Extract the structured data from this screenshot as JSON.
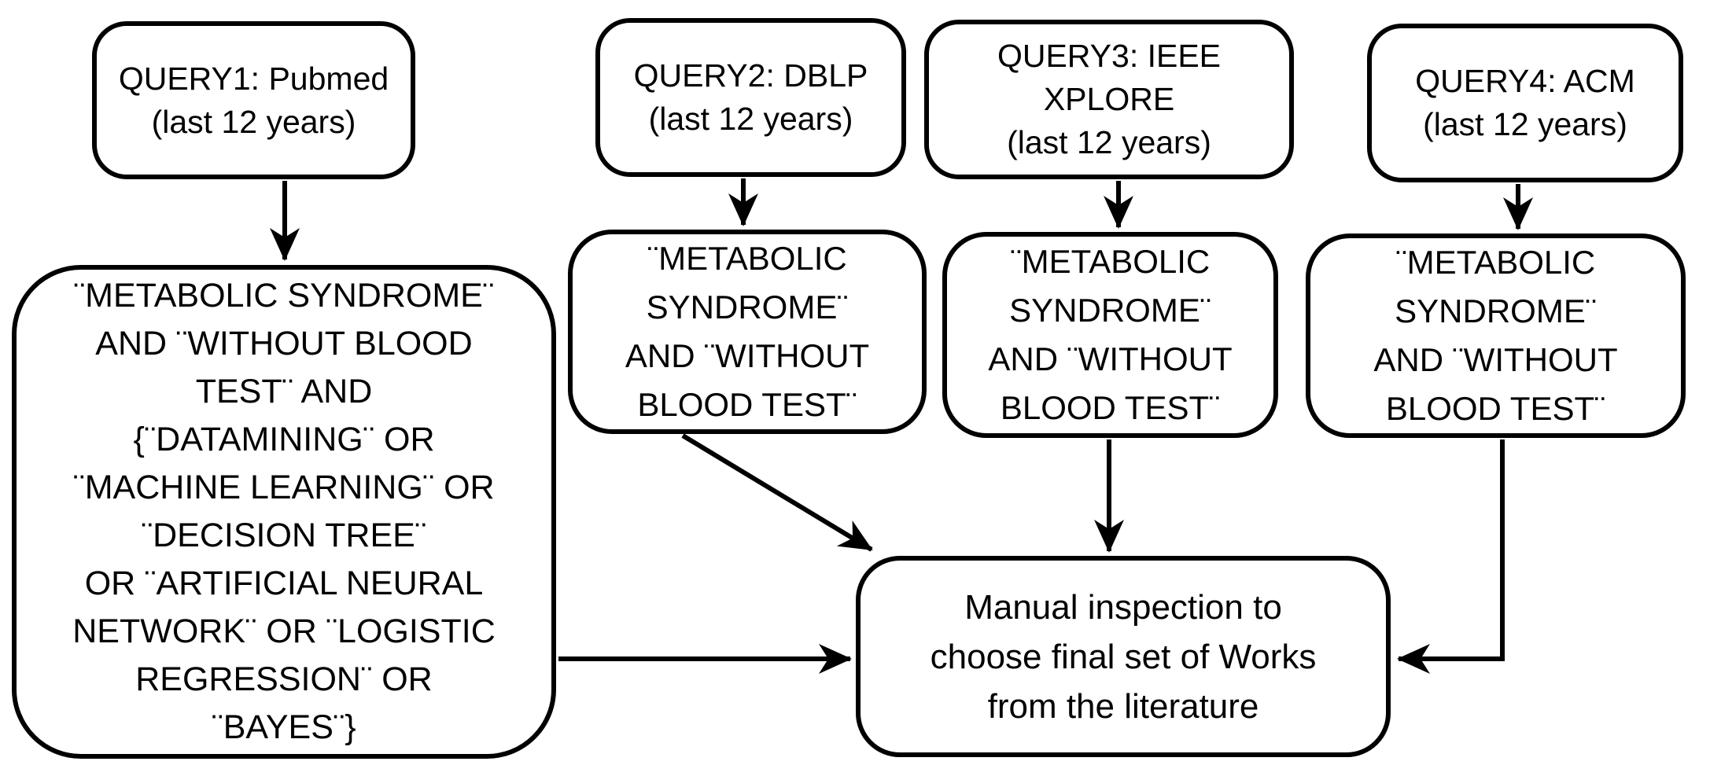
{
  "diagram": {
    "type": "flowchart",
    "background_color": "#ffffff",
    "stroke_color": "#000000",
    "text_color": "#000000",
    "nodes": {
      "query1": {
        "label": "QUERY1: Pubmed\n(last 12 years)"
      },
      "query2": {
        "label": "QUERY2: DBLP\n(last 12 years)"
      },
      "query3": {
        "label": "QUERY3: IEEE XPLORE\n(last 12 years)"
      },
      "query4": {
        "label": "QUERY4: ACM\n(last 12 years)"
      },
      "pubmed_terms": {
        "label": "¨METABOLIC SYNDROME¨\nAND ¨WITHOUT BLOOD\nTEST¨ AND\n{¨DATAMINING¨ OR\n¨MACHINE LEARNING¨ OR\n¨DECISION TREE¨\nOR ¨ARTIFICIAL NEURAL\nNETWORK¨ OR ¨LOGISTIC\nREGRESSION¨ OR\n¨BAYES¨}"
      },
      "dblp_terms": {
        "label": "¨METABOLIC\nSYNDROME¨\nAND ¨WITHOUT\nBLOOD TEST¨"
      },
      "ieee_terms": {
        "label": "¨METABOLIC\nSYNDROME¨\nAND ¨WITHOUT\nBLOOD TEST¨"
      },
      "acm_terms": {
        "label": "¨METABOLIC\nSYNDROME¨\nAND ¨WITHOUT\nBLOOD TEST¨"
      },
      "manual_inspection": {
        "label": "Manual inspection to\nchoose final set of Works\nfrom the literature"
      }
    },
    "edges": [
      {
        "from": "query1",
        "to": "pubmed_terms"
      },
      {
        "from": "query2",
        "to": "dblp_terms"
      },
      {
        "from": "query3",
        "to": "ieee_terms"
      },
      {
        "from": "query4",
        "to": "acm_terms"
      },
      {
        "from": "pubmed_terms",
        "to": "manual_inspection"
      },
      {
        "from": "dblp_terms",
        "to": "manual_inspection"
      },
      {
        "from": "ieee_terms",
        "to": "manual_inspection"
      },
      {
        "from": "acm_terms",
        "to": "manual_inspection"
      }
    ]
  }
}
